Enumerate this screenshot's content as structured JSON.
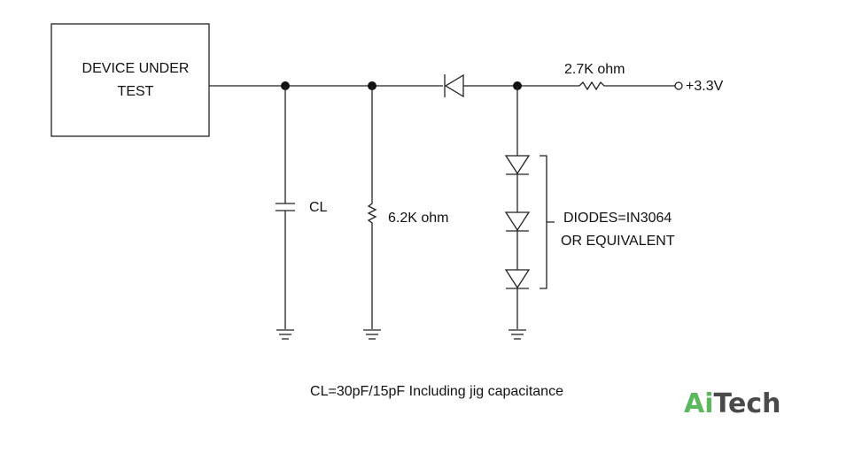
{
  "diagram": {
    "dut_label_line1": "DEVICE UNDER",
    "dut_label_line2": "TEST",
    "cap_label": "CL",
    "r1_label": "6.2K ohm",
    "r2_label": "2.7K ohm",
    "supply_label": "+3.3V",
    "diodes_label_line1": "DIODES=IN3064",
    "diodes_label_line2": "OR EQUIVALENT",
    "caption": "CL=30pF/15pF Including jig capacitance"
  },
  "logo": {
    "part1": "Ai",
    "part2": "Tech",
    "colors": {
      "part1": "#5cb85c",
      "part2": "#4a4a4a"
    }
  }
}
